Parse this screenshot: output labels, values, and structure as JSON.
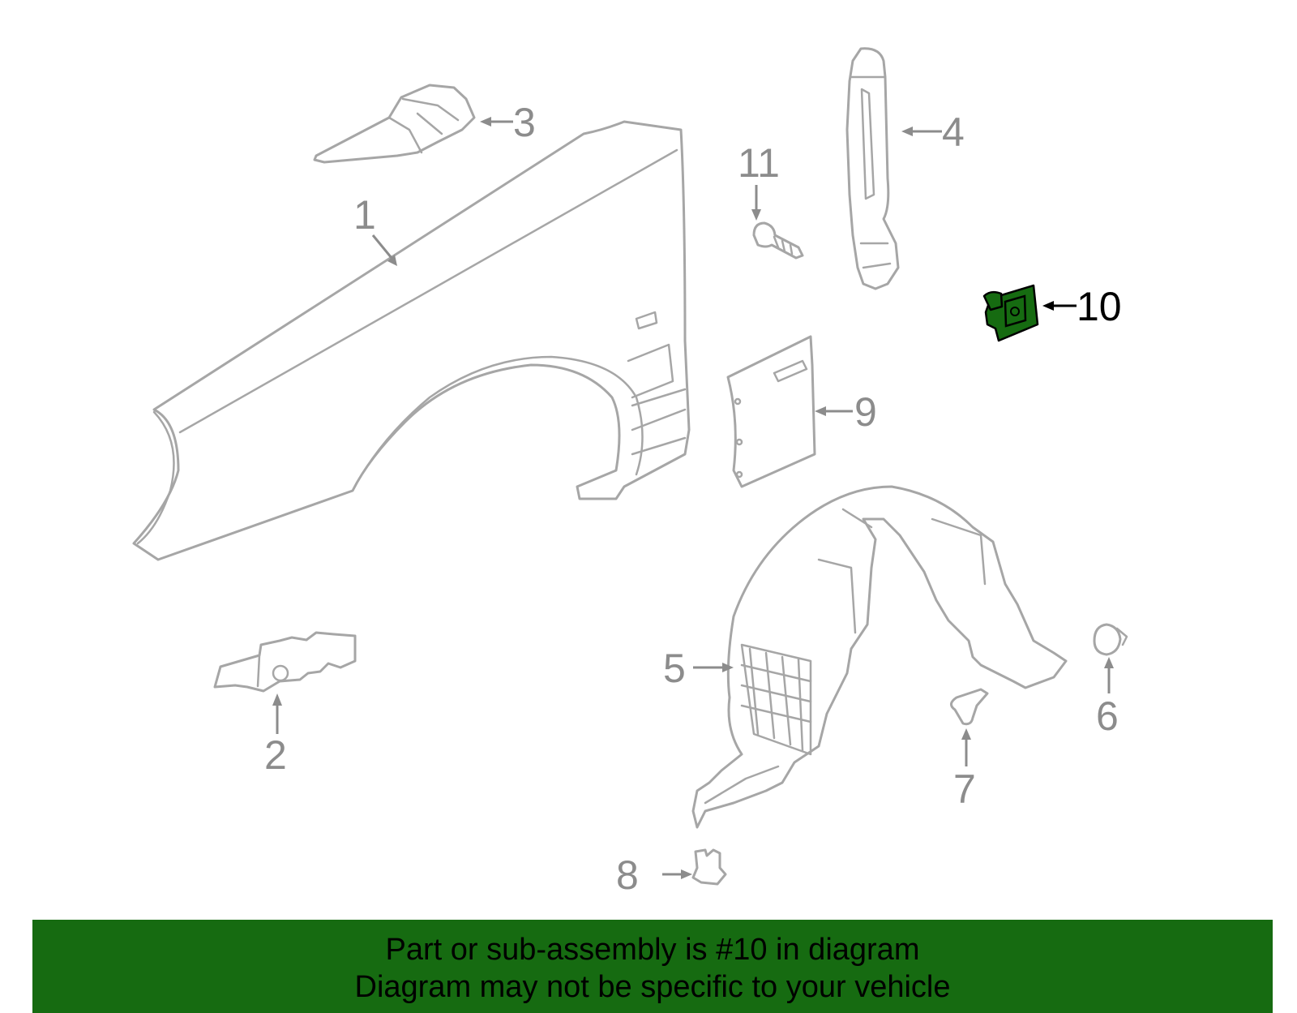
{
  "diagram": {
    "highlight_color": "#166b11",
    "callouts": {
      "c1": "1",
      "c2": "2",
      "c3": "3",
      "c4": "4",
      "c5": "5",
      "c6": "6",
      "c7": "7",
      "c8": "8",
      "c9": "9",
      "c10": "10",
      "c11": "11"
    },
    "highlighted_part": "10"
  },
  "banner": {
    "line1": "Part or sub-assembly is #10 in diagram",
    "line2": "Diagram may not be specific to your vehicle",
    "background": "#166b11"
  }
}
